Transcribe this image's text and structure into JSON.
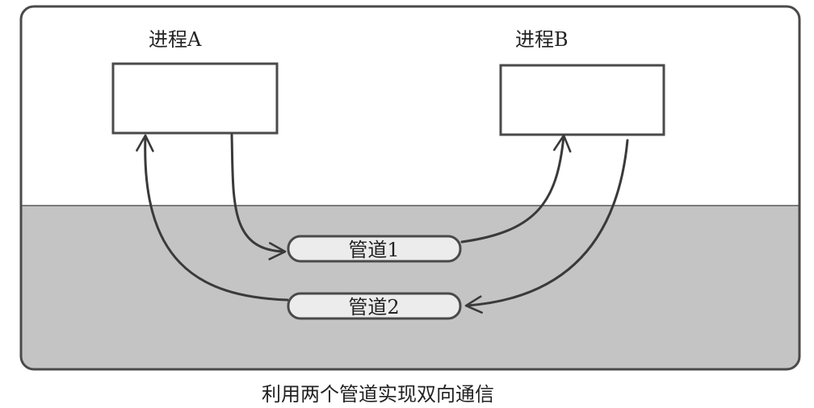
{
  "process_a": {
    "label": "进程A"
  },
  "process_b": {
    "label": "进程B"
  },
  "pipe_1": {
    "label": "管道1"
  },
  "pipe_2": {
    "label": "管道2"
  },
  "caption": "利用两个管道实现双向通信",
  "colors": {
    "kernel_fill": "#c4c4c4",
    "outline": "#4a4a4a",
    "box_fill": "#ffffff",
    "pipe_fill": "#ececec"
  }
}
